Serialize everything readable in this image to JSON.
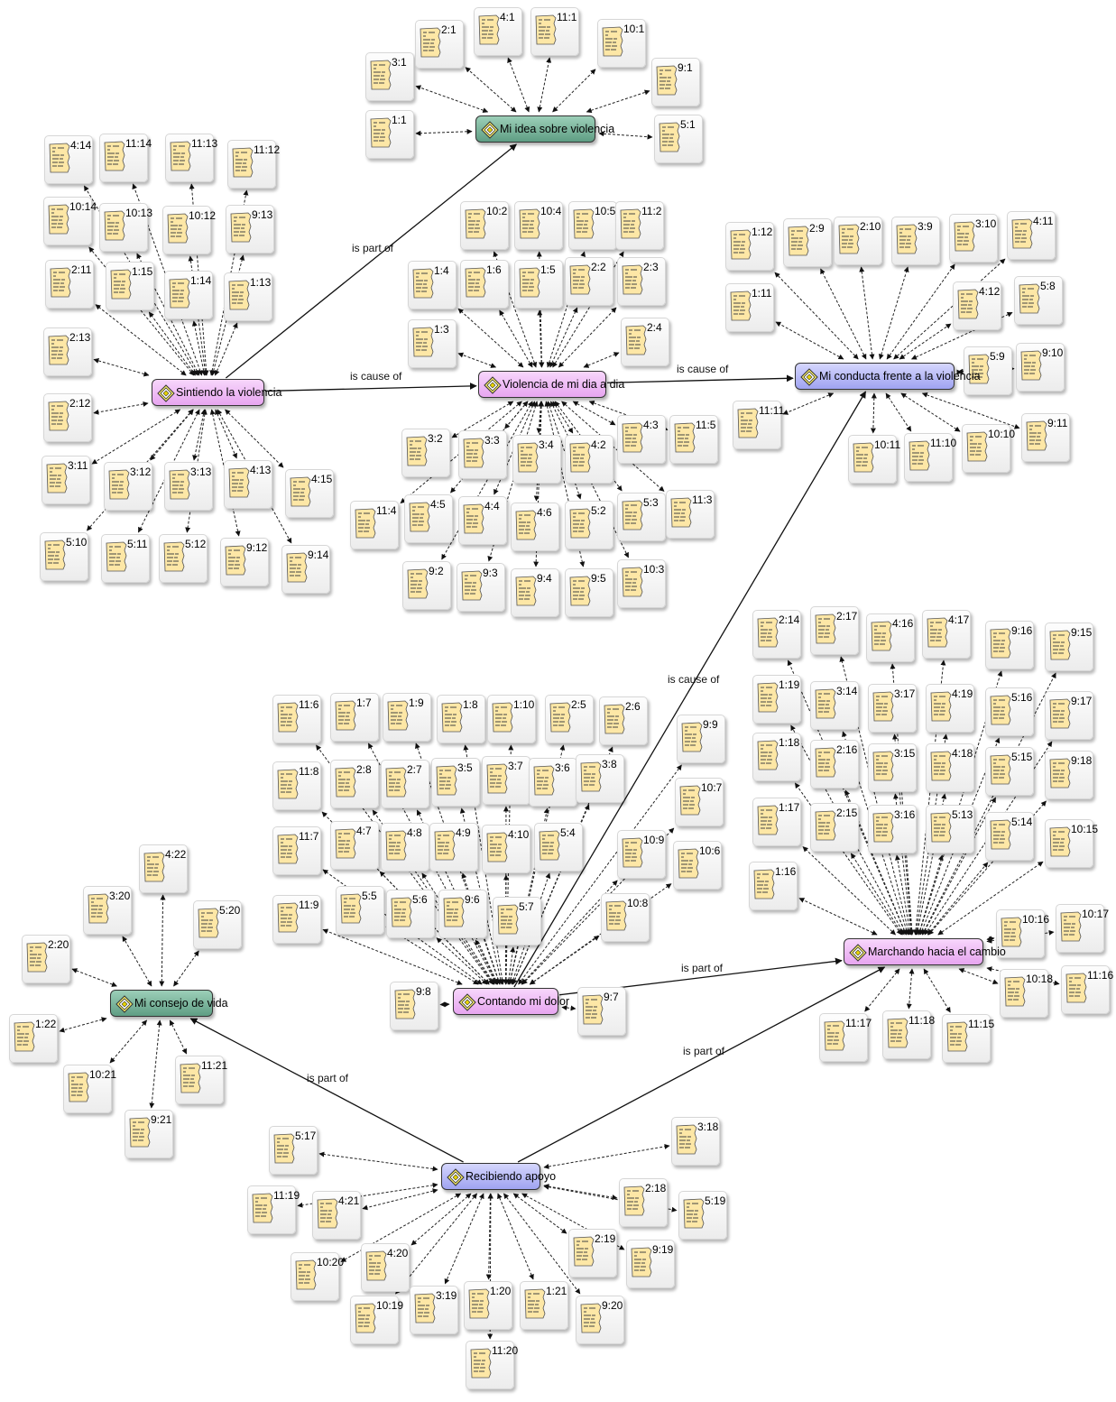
{
  "codes": [
    {
      "id": "mi-idea",
      "label": "Mi idea sobre violencia",
      "color": "green"
    },
    {
      "id": "sintiendo",
      "label": "Sintiendo la violencia",
      "color": "pink"
    },
    {
      "id": "violencia-dia",
      "label": "Violencia de mi dia a dia",
      "color": "pink"
    },
    {
      "id": "mi-conducta",
      "label": "Mi conducta frente a la violencia",
      "color": "blue"
    },
    {
      "id": "marchando",
      "label": "Marchando hacia el cambio",
      "color": "pink"
    },
    {
      "id": "contando",
      "label": "Contando mi dolor",
      "color": "pink"
    },
    {
      "id": "mi-consejo",
      "label": "Mi consejo de vida",
      "color": "green"
    },
    {
      "id": "recibiendo",
      "label": "Recibiendo apoyo",
      "color": "blue"
    }
  ],
  "relations": [
    {
      "from": "sintiendo",
      "to": "mi-idea",
      "label": "is part of"
    },
    {
      "from": "sintiendo",
      "to": "violencia-dia",
      "label": "is cause of"
    },
    {
      "from": "violencia-dia",
      "to": "mi-conducta",
      "label": "is cause of"
    },
    {
      "from": "contando",
      "to": "mi-conducta",
      "label": "is cause of"
    },
    {
      "from": "contando",
      "to": "marchando",
      "label": "is part of"
    },
    {
      "from": "recibiendo",
      "to": "marchando",
      "label": "is part of"
    },
    {
      "from": "recibiendo",
      "to": "mi-consejo",
      "label": "is part of"
    }
  ],
  "quotation_groups": [
    {
      "code": "mi-idea",
      "quotations": [
        "3:1",
        "2:1",
        "4:1",
        "11:1",
        "10:1",
        "9:1",
        "1:1",
        "5:1"
      ]
    },
    {
      "code": "sintiendo",
      "quotations": [
        "4:14",
        "11:14",
        "11:13",
        "11:12",
        "10:14",
        "10:13",
        "10:12",
        "9:13",
        "2:11",
        "1:15",
        "1:14",
        "1:13",
        "2:13",
        "2:12",
        "3:11",
        "3:12",
        "3:13",
        "4:13",
        "4:15",
        "5:10",
        "5:11",
        "5:12",
        "9:12",
        "9:14"
      ]
    },
    {
      "code": "violencia-dia",
      "quotations": [
        "10:2",
        "10:4",
        "10:5",
        "11:2",
        "1:4",
        "1:6",
        "1:5",
        "2:2",
        "2:3",
        "1:3",
        "2:4",
        "3:2",
        "3:3",
        "3:4",
        "4:2",
        "4:3",
        "11:5",
        "11:4",
        "4:5",
        "4:4",
        "4:6",
        "5:2",
        "5:3",
        "11:3",
        "9:2",
        "9:3",
        "9:4",
        "9:5",
        "10:3"
      ]
    },
    {
      "code": "mi-conducta",
      "quotations": [
        "1:12",
        "2:9",
        "2:10",
        "3:9",
        "3:10",
        "4:11",
        "1:11",
        "4:12",
        "5:8",
        "5:9",
        "9:10",
        "11:11",
        "10:11",
        "11:10",
        "10:10",
        "9:11"
      ]
    },
    {
      "code": "marchando",
      "quotations": [
        "2:14",
        "2:17",
        "4:16",
        "4:17",
        "9:16",
        "9:15",
        "1:19",
        "3:14",
        "3:17",
        "4:19",
        "5:16",
        "9:17",
        "1:18",
        "2:16",
        "3:15",
        "4:18",
        "5:15",
        "9:18",
        "1:17",
        "2:15",
        "3:16",
        "5:13",
        "5:14",
        "10:15",
        "1:16",
        "10:16",
        "10:17",
        "10:18",
        "11:16",
        "11:17",
        "11:18",
        "11:15"
      ]
    },
    {
      "code": "contando",
      "quotations": [
        "11:6",
        "1:7",
        "1:9",
        "1:8",
        "1:10",
        "2:5",
        "2:6",
        "11:8",
        "2:8",
        "2:7",
        "3:5",
        "3:7",
        "3:6",
        "3:8",
        "11:7",
        "4:7",
        "4:8",
        "4:9",
        "4:10",
        "5:4",
        "11:9",
        "5:5",
        "5:6",
        "9:6",
        "5:7",
        "9:9",
        "10:7",
        "10:9",
        "10:6",
        "10:8",
        "9:8",
        "9:7"
      ]
    },
    {
      "code": "mi-consejo",
      "quotations": [
        "4:22",
        "3:20",
        "5:20",
        "2:20",
        "1:22",
        "10:21",
        "11:21",
        "9:21"
      ]
    },
    {
      "code": "recibiendo",
      "quotations": [
        "5:17",
        "3:18",
        "11:19",
        "4:21",
        "2:18",
        "5:19",
        "10:20",
        "4:20",
        "2:19",
        "9:19",
        "10:19",
        "3:19",
        "1:20",
        "1:21",
        "9:20",
        "11:20"
      ]
    }
  ]
}
